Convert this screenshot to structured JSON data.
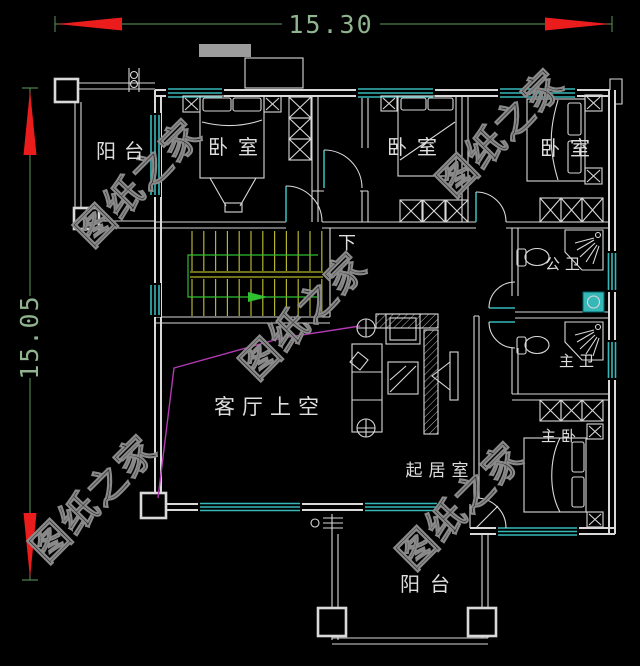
{
  "title": "residential-second-floor-plan",
  "dimensions": {
    "top": {
      "value": "15.30"
    },
    "left": {
      "value": "15.05"
    }
  },
  "rooms": {
    "balcony_top": {
      "label": "阳台"
    },
    "bedroom_left": {
      "label": "卧室"
    },
    "bedroom_mid": {
      "label": "卧室"
    },
    "bedroom_right": {
      "label": "卧室"
    },
    "public_bath": {
      "label": "公卫"
    },
    "master_bath": {
      "label": "主卫"
    },
    "master_bedroom": {
      "label": "主卧"
    },
    "living_void": {
      "label": "客厅上空"
    },
    "sitting_room": {
      "label": "起居室"
    },
    "balcony_bottom": {
      "label": "阳台"
    },
    "stair_direction": {
      "label": "下"
    }
  },
  "watermark": {
    "text": "图纸之家"
  },
  "colors": {
    "background": "#000000",
    "wall": "#d9d9d9",
    "window": "#36b8b8",
    "dim-line": "#4e7d4e",
    "dim-text": "#8fb48f",
    "arrow-red": "#ea1c1c",
    "stair-yellow": "#b5b52e",
    "guide-green": "#2fbf2f",
    "void-magenta": "#b13ab1",
    "label": "#dedede",
    "watermark": "#8a8a8a",
    "gray-block": "#9c9c9c"
  }
}
